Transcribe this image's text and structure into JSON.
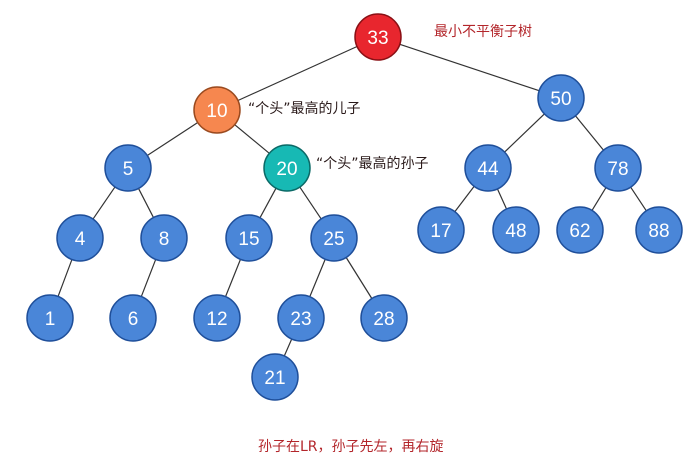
{
  "colors": {
    "normal_fill": "#4a86d8",
    "normal_stroke": "#1f4f9a",
    "root_fill": "#e8262e",
    "root_stroke": "#8a1015",
    "child_fill": "#f6874f",
    "child_stroke": "#9a4a1f",
    "grandchild_fill": "#17b9b4",
    "grandchild_stroke": "#0b6a67",
    "edge": "#333333",
    "annotation": "#b3262b"
  },
  "tree": {
    "nodes": [
      {
        "id": "n33",
        "label": "33",
        "kind": "root"
      },
      {
        "id": "n10",
        "label": "10",
        "kind": "child"
      },
      {
        "id": "n50",
        "label": "50",
        "kind": "normal"
      },
      {
        "id": "n5",
        "label": "5",
        "kind": "normal"
      },
      {
        "id": "n20",
        "label": "20",
        "kind": "grandchild"
      },
      {
        "id": "n44",
        "label": "44",
        "kind": "normal"
      },
      {
        "id": "n78",
        "label": "78",
        "kind": "normal"
      },
      {
        "id": "n4",
        "label": "4",
        "kind": "normal"
      },
      {
        "id": "n8",
        "label": "8",
        "kind": "normal"
      },
      {
        "id": "n15",
        "label": "15",
        "kind": "normal"
      },
      {
        "id": "n25",
        "label": "25",
        "kind": "normal"
      },
      {
        "id": "n17",
        "label": "17",
        "kind": "normal"
      },
      {
        "id": "n48",
        "label": "48",
        "kind": "normal"
      },
      {
        "id": "n62",
        "label": "62",
        "kind": "normal"
      },
      {
        "id": "n88",
        "label": "88",
        "kind": "normal"
      },
      {
        "id": "n1",
        "label": "1",
        "kind": "normal"
      },
      {
        "id": "n6",
        "label": "6",
        "kind": "normal"
      },
      {
        "id": "n12",
        "label": "12",
        "kind": "normal"
      },
      {
        "id": "n23",
        "label": "23",
        "kind": "normal"
      },
      {
        "id": "n28",
        "label": "28",
        "kind": "normal"
      },
      {
        "id": "n21",
        "label": "21",
        "kind": "normal"
      }
    ],
    "edges": [
      [
        "n33",
        "n10"
      ],
      [
        "n33",
        "n50"
      ],
      [
        "n10",
        "n5"
      ],
      [
        "n10",
        "n20"
      ],
      [
        "n50",
        "n44"
      ],
      [
        "n50",
        "n78"
      ],
      [
        "n5",
        "n4"
      ],
      [
        "n5",
        "n8"
      ],
      [
        "n20",
        "n15"
      ],
      [
        "n20",
        "n25"
      ],
      [
        "n44",
        "n17"
      ],
      [
        "n44",
        "n48"
      ],
      [
        "n78",
        "n62"
      ],
      [
        "n78",
        "n88"
      ],
      [
        "n4",
        "n1"
      ],
      [
        "n8",
        "n6"
      ],
      [
        "n15",
        "n12"
      ],
      [
        "n25",
        "n23"
      ],
      [
        "n25",
        "n28"
      ],
      [
        "n23",
        "n21"
      ]
    ]
  },
  "annotations": {
    "root_note": "最小不平衡子树",
    "child_note": "“个头”最高的儿子",
    "grandchild_note": "“个头”最高的孙子",
    "footer_note": "孙子在LR，孙子先左，再右旋"
  }
}
